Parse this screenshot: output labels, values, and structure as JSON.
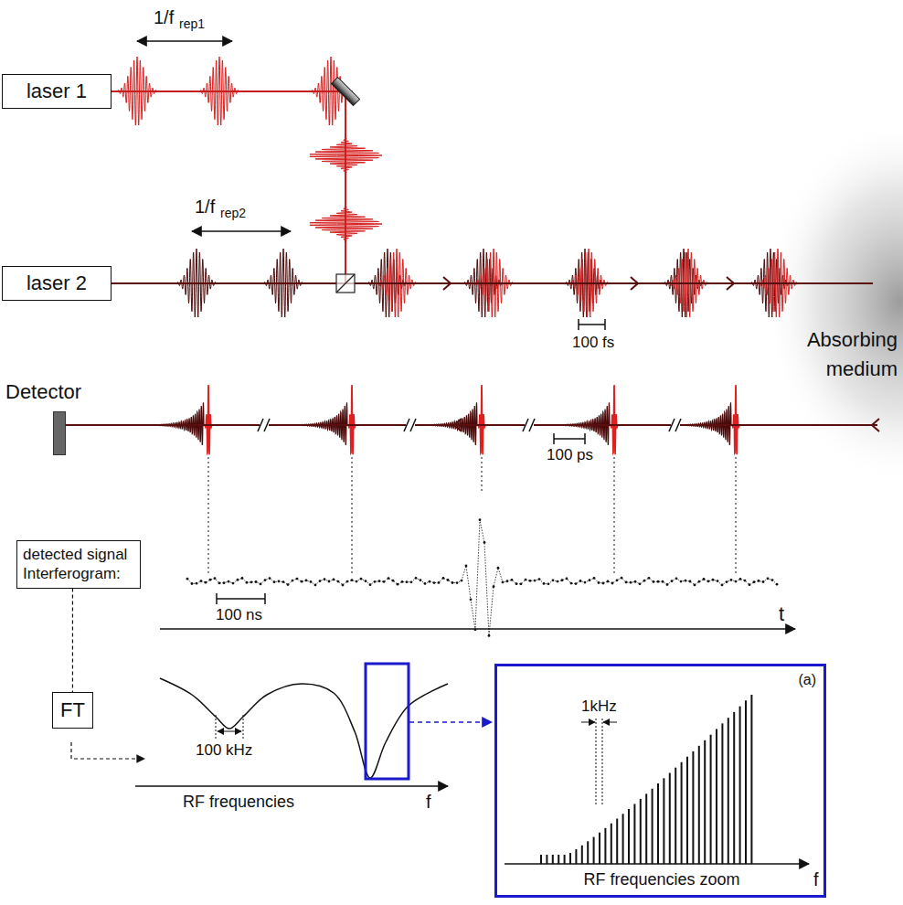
{
  "diagram": {
    "nodes": [
      {
        "text": [
          "laser 1"
        ]
      },
      {
        "text": [
          "laser 2"
        ]
      },
      {
        "text": [
          "Detector"
        ]
      },
      {
        "text": [
          "detected signal Interferogram:"
        ]
      },
      {
        "text": [
          "FT"
        ]
      },
      {
        "text": [
          "(a)",
          "1kHz",
          "RF frequencies zoom",
          "f"
        ]
      }
    ],
    "edges": [
      {
        "from": 3,
        "to": 4,
        "arrow": "none"
      }
    ],
    "labels": [
      "1/f",
      "rep1",
      "1/f",
      "rep2",
      "100 fs",
      "Absorbing medium",
      "100 ps",
      "100 ns",
      "t",
      "100 kHz",
      "RF frequencies",
      "f"
    ]
  }
}
